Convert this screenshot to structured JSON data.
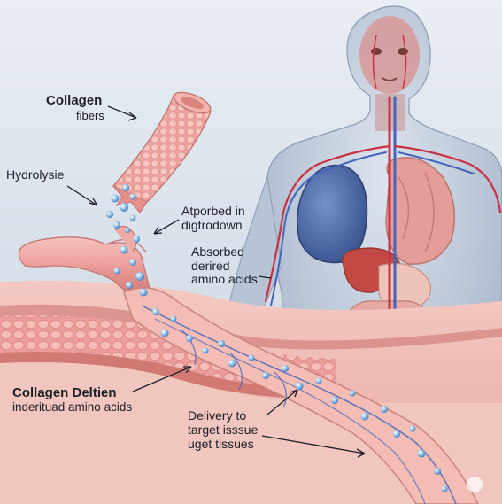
{
  "labels": {
    "collagen_title": "Collagen",
    "collagen_sub": "fibers",
    "hydrolysis": "Hydrolysie",
    "absorbed_digestion_1": "Atporbed in",
    "absorbed_digestion_2": "digtrodown",
    "absorbed_amino_1": "Absorbed",
    "absorbed_amino_2": "derired",
    "absorbed_amino_3": "amino acids",
    "collagen_peptides_title": "Collagen Deltien",
    "collagen_peptides_sub": "inderituad amino acids",
    "delivery_1": "Delivery to",
    "delivery_2": "target isssue",
    "delivery_3": "uget tissues"
  },
  "colors": {
    "background_top": "#e9eef4",
    "background_bottom": "#c9d3df",
    "tissue": "#efa9a6",
    "tissue_dark": "#d9807e",
    "vessel_blue": "#3b5fb8",
    "vessel_red": "#c9283a",
    "body_skin": "#b9c6d6",
    "bubble": "#7fb2e4"
  }
}
